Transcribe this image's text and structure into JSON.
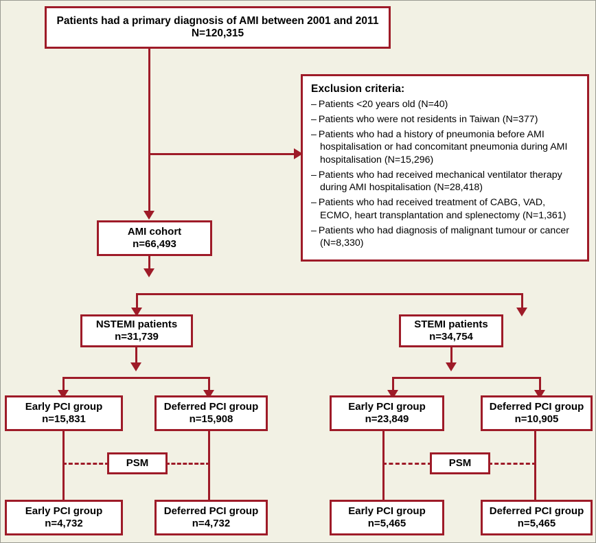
{
  "figure": {
    "type": "flowchart",
    "background_color": "#f2f1e4",
    "accent_color": "#9e1b28",
    "box_fill": "#ffffff"
  },
  "nodes": {
    "source": {
      "line1": "Patients had a primary diagnosis of AMI between 2001 and 2011",
      "line2": "N=120,315"
    },
    "cohort": {
      "line1": "AMI cohort",
      "line2": "n=66,493"
    },
    "nstemi": {
      "line1": "NSTEMI patients",
      "line2": "n=31,739"
    },
    "stemi": {
      "line1": "STEMI patients",
      "line2": "n=34,754"
    },
    "nstemi_early": {
      "line1": "Early PCI group",
      "line2": "n=15,831"
    },
    "nstemi_deferred": {
      "line1": "Deferred PCI group",
      "line2": "n=15,908"
    },
    "stemi_early": {
      "line1": "Early PCI group",
      "line2": "n=23,849"
    },
    "stemi_deferred": {
      "line1": "Deferred PCI group",
      "line2": "n=10,905"
    },
    "nstemi_psm": {
      "label": "PSM"
    },
    "stemi_psm": {
      "label": "PSM"
    },
    "nstemi_early_matched": {
      "line1": "Early PCI group",
      "line2": "n=4,732"
    },
    "nstemi_deferred_matched": {
      "line1": "Deferred PCI group",
      "line2": "n=4,732"
    },
    "stemi_early_matched": {
      "line1": "Early PCI group",
      "line2": "n=5,465"
    },
    "stemi_deferred_matched": {
      "line1": "Deferred PCI group",
      "line2": "n=5,465"
    }
  },
  "exclusion": {
    "heading": "Exclusion criteria:",
    "dash": "–",
    "items": [
      "Patients <20 years old (N=40)",
      "Patients who were not residents in Taiwan (N=377)",
      "Patients who had a history of pneumonia before AMI hospitalisation or had concomitant pneumonia during AMI hospitalisation (N=15,296)",
      "Patients who had received mechanical ventilator therapy during AMI hospitalisation (N=28,418)",
      "Patients who had received treatment of CABG, VAD, ECMO, heart transplantation and splenectomy (N=1,361)",
      "Patients who had diagnosis of malignant tumour or cancer (N=8,330)"
    ]
  },
  "chart_data": {
    "type": "flowchart",
    "title": "AMI cohort selection and propensity score matching flow",
    "stages": [
      {
        "label": "Patients had a primary diagnosis of AMI between 2001 and 2011",
        "value": 120315,
        "value_prefix": "N"
      },
      {
        "label": "AMI cohort",
        "value": 66493,
        "value_prefix": "n"
      },
      {
        "label": "NSTEMI patients",
        "value": 31739,
        "value_prefix": "n"
      },
      {
        "label": "STEMI patients",
        "value": 34754,
        "value_prefix": "n"
      },
      {
        "label": "NSTEMI Early PCI group",
        "value": 15831,
        "value_prefix": "n"
      },
      {
        "label": "NSTEMI Deferred PCI group",
        "value": 15908,
        "value_prefix": "n"
      },
      {
        "label": "STEMI Early PCI group",
        "value": 23849,
        "value_prefix": "n"
      },
      {
        "label": "STEMI Deferred PCI group",
        "value": 10905,
        "value_prefix": "n"
      },
      {
        "label": "NSTEMI Early PCI group after PSM",
        "value": 4732,
        "value_prefix": "n"
      },
      {
        "label": "NSTEMI Deferred PCI group after PSM",
        "value": 4732,
        "value_prefix": "n"
      },
      {
        "label": "STEMI Early PCI group after PSM",
        "value": 5465,
        "value_prefix": "n"
      },
      {
        "label": "STEMI Deferred PCI group after PSM",
        "value": 5465,
        "value_prefix": "n"
      }
    ],
    "exclusions": [
      {
        "label": "Patients <20 years old",
        "value": 40
      },
      {
        "label": "Patients who were not residents in Taiwan",
        "value": 377
      },
      {
        "label": "Patients who had a history of pneumonia before AMI hospitalisation or had concomitant pneumonia during AMI hospitalisation",
        "value": 15296
      },
      {
        "label": "Patients who had received mechanical ventilator therapy during AMI hospitalisation",
        "value": 28418
      },
      {
        "label": "Patients who had received treatment of CABG, VAD, ECMO, heart transplantation and splenectomy",
        "value": 1361
      },
      {
        "label": "Patients who had diagnosis of malignant tumour or cancer",
        "value": 8330
      }
    ]
  }
}
